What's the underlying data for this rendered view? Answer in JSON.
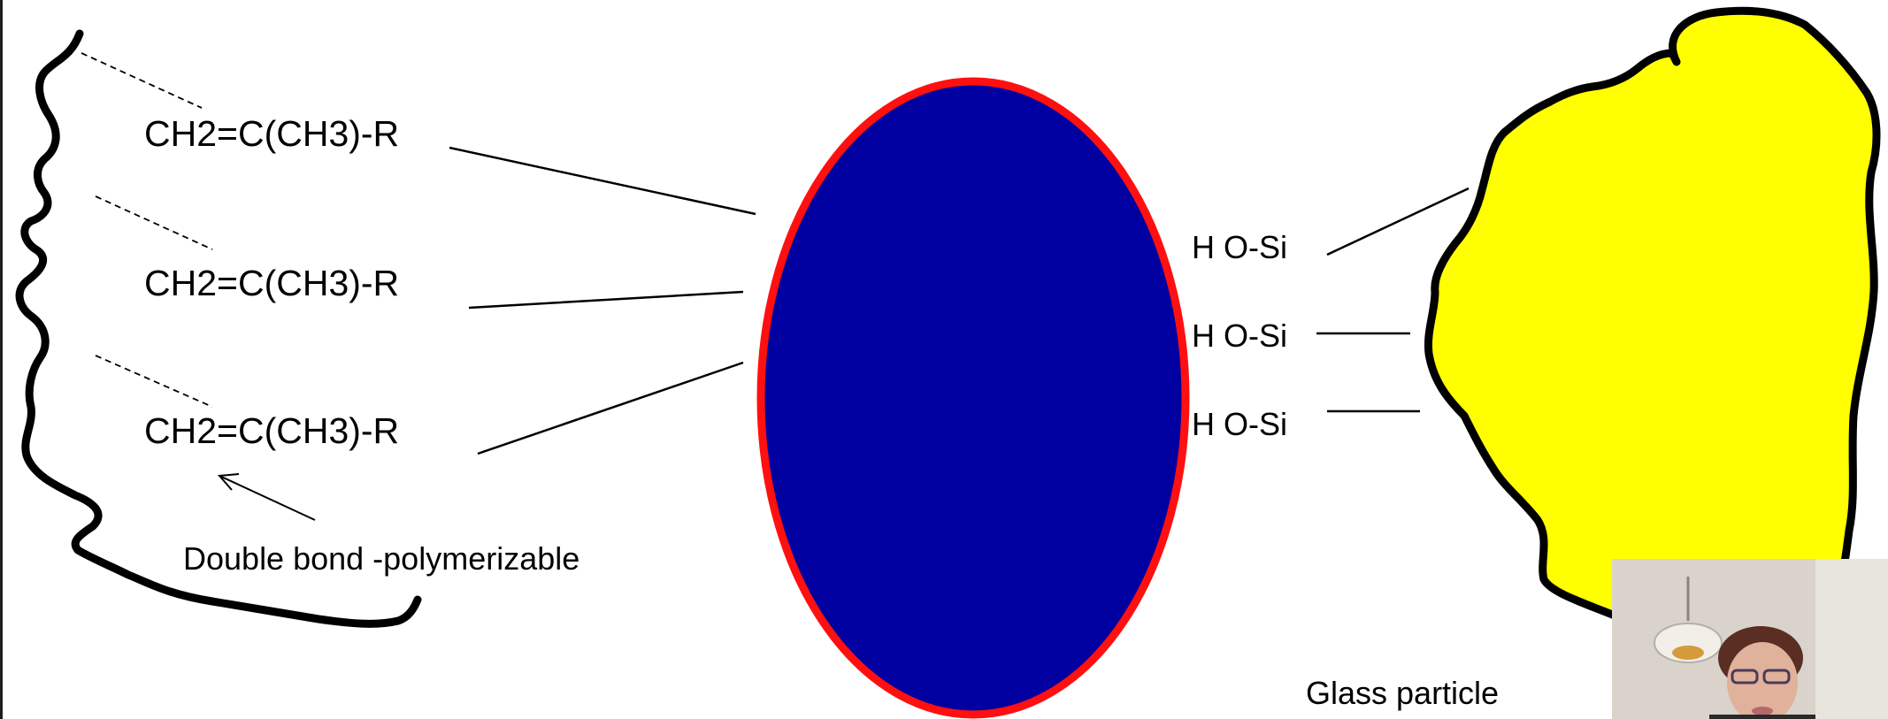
{
  "labels": {
    "methacrylate_1": "CH2=C(CH3)-R",
    "methacrylate_2": "CH2=C(CH3)-R",
    "methacrylate_3": "CH2=C(CH3)-R",
    "double_bond_note": "Double bond -polymerizable",
    "silanol_1": "H O-Si",
    "silanol_2": "H O-Si",
    "silanol_3": "H O-Si",
    "glass_caption": "Glass particle"
  },
  "colors": {
    "silane_core_fill": "#0000a0",
    "silane_core_stroke": "#ff1010",
    "glass_fill": "#ffff00",
    "outline": "#000000",
    "webcam_wall": "#d9d3cc"
  }
}
